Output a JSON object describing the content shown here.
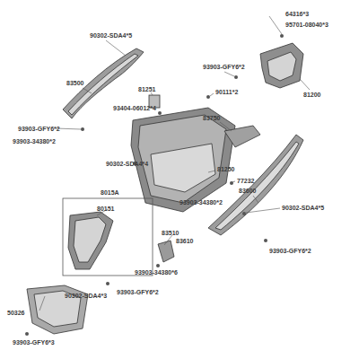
{
  "diagram": {
    "labels": [
      "64316*3",
      "95701-08040*3",
      "90302-SDA4*5",
      "93903-GFY6*2",
      "81200",
      "83500",
      "81251",
      "90111*2",
      "93404-06012*4",
      "83750",
      "93903-GFY6*2",
      "93903-34380*2",
      "90302-SDA4*4",
      "81250",
      "77232",
      "8015A",
      "83600",
      "93903-34380*2",
      "90302-SDA4*5",
      "80151",
      "83510",
      "83610",
      "93903-GFY6*2",
      "93903-34380*6",
      "90302-SDA4*3",
      "93903-GFY6*2",
      "50326",
      "93903-GFY6*3"
    ]
  }
}
